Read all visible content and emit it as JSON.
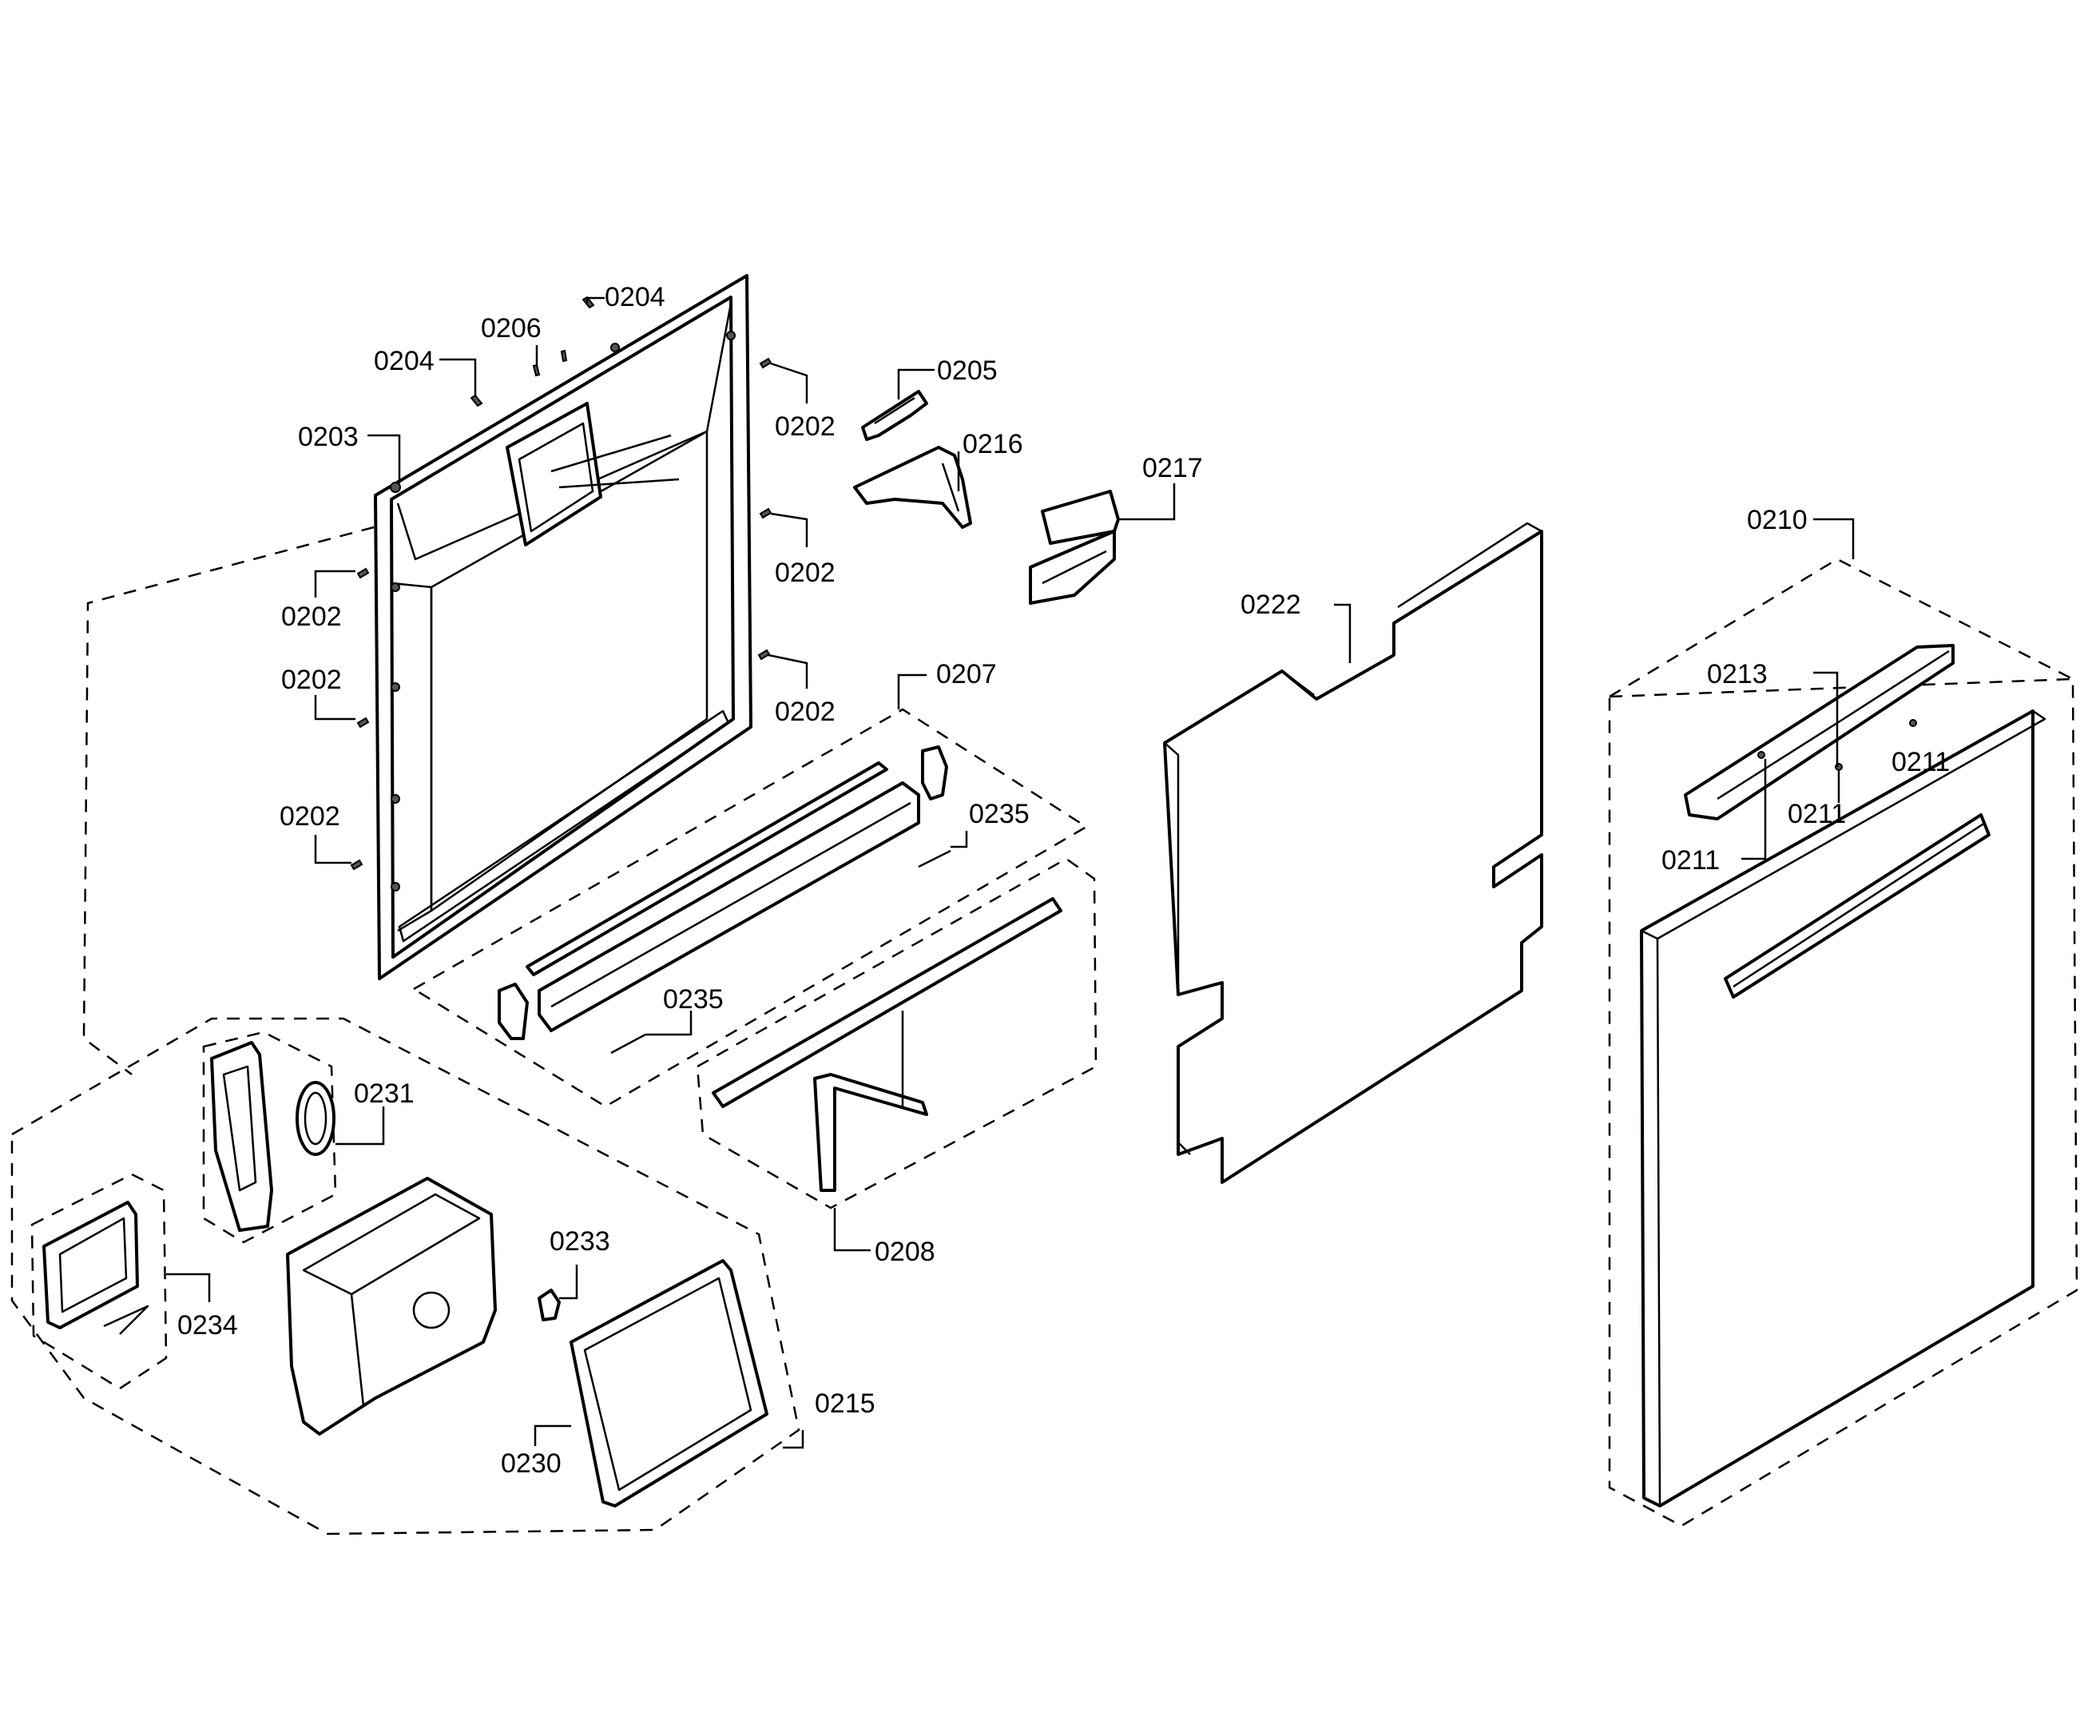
{
  "callouts": {
    "c0202": "0202",
    "c0203": "0203",
    "c0204": "0204",
    "c0205": "0205",
    "c0206": "0206",
    "c0207": "0207",
    "c0208": "0208",
    "c0210": "0210",
    "c0211": "0211",
    "c0213": "0213",
    "c0215": "0215",
    "c0216": "0216",
    "c0217": "0217",
    "c0222": "0222",
    "c0230": "0230",
    "c0231": "0231",
    "c0233": "0233",
    "c0234": "0234",
    "c0235": "0235"
  }
}
